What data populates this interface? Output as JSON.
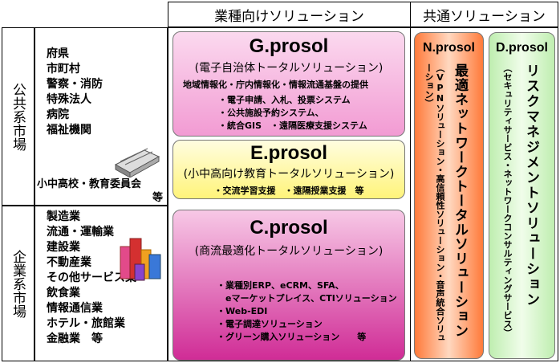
{
  "header": {
    "industry_solutions": "業種向けソリューション",
    "common_solutions": "共通ソリューション"
  },
  "markets": {
    "public": {
      "label": "公共系市場",
      "items": [
        "府県",
        "市町村",
        "警察・消防",
        "特殊法人",
        "病院",
        "福祉機関"
      ],
      "last_item": "小中高校・教育委員会",
      "last_suffix": "等"
    },
    "enterprise": {
      "label": "企業系市場",
      "items": [
        "製造業",
        "流通・運輸業",
        "建設業",
        "不動産業",
        "その他サービス業",
        "飲食業",
        "情報通信業",
        "ホテル・旅館業",
        "金融業　等"
      ]
    }
  },
  "products": {
    "g": {
      "name": "G.prosol",
      "subtitle": "(電子自治体トータルソリューション)",
      "line": "地域情報化・庁内情報化・情報流通基盤の提供",
      "bullets": [
        "・電子申請、入札、投票システム",
        "・公共施設予約システム、",
        "・統合GIS　・遠隔医療支援システム"
      ]
    },
    "e": {
      "name": "E.prosol",
      "subtitle": "(小中高向け教育トータルソリューション)",
      "line": "・交流学習支援　・遠隔授業支援　等"
    },
    "c": {
      "name": "C.prosol",
      "subtitle": "(商流最適化トータルソリューション)",
      "bullets": [
        "・業種別ERP、eCRM、SFA、",
        "　eマーケットプレイス、CTIソリューション",
        "・Web-EDI",
        "・電子調達ソリューション",
        "・グリーン購入ソリューション　　等"
      ]
    },
    "n": {
      "name": "N.prosol",
      "main": "最適ネットワークトータルソリューション",
      "sub": "（VPNソリューション・高信頼性ソリューション・音声統合ソリューション）"
    },
    "d": {
      "name": "D.prosol",
      "main": "リスクマネジメントソリューション",
      "sub": "（セキュリティサービス・ネットワークコンサルティングサービス）"
    }
  },
  "colors": {
    "g_bg": "#f4a6d8",
    "e_bg": "#fffbb0",
    "c_bg": "#d4389e",
    "n_bg": "#ff8a4a",
    "d_bg": "#cdf2bf"
  }
}
